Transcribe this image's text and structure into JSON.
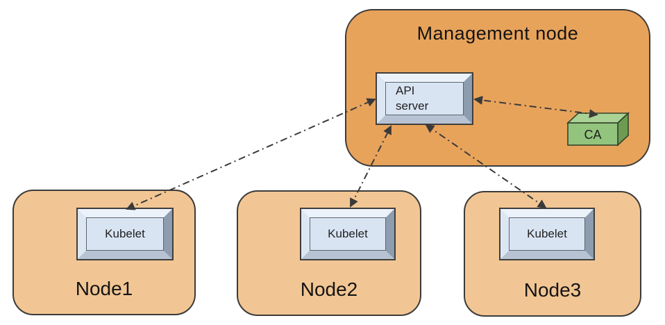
{
  "diagram": {
    "management_node": {
      "label": "Management node",
      "api_server": {
        "line1": "API",
        "line2": "server"
      },
      "ca": {
        "label": "CA"
      }
    },
    "nodes": [
      {
        "label": "Node1",
        "component": "Kubelet"
      },
      {
        "label": "Node2",
        "component": "Kubelet"
      },
      {
        "label": "Node3",
        "component": "Kubelet"
      }
    ],
    "connections": [
      {
        "from": "Kubelet (Node1)",
        "to": "API server",
        "bidirectional": true,
        "style": "dash-dot"
      },
      {
        "from": "Kubelet (Node2)",
        "to": "API server",
        "bidirectional": true,
        "style": "dash-dot"
      },
      {
        "from": "Kubelet (Node3)",
        "to": "API server",
        "bidirectional": true,
        "style": "dash-dot"
      },
      {
        "from": "API server",
        "to": "CA",
        "bidirectional": true,
        "style": "dash-dot"
      }
    ],
    "colors": {
      "management_node_fill": "#E8A35B",
      "worker_node_fill": "#F2C694",
      "outline": "#3A3A3A",
      "bevel_box_face": "#D9E4F3",
      "ca_front": "#93C47D",
      "ca_top": "#AAD295",
      "ca_side": "#6E9B54",
      "arrow": "#3A3A3A"
    }
  }
}
